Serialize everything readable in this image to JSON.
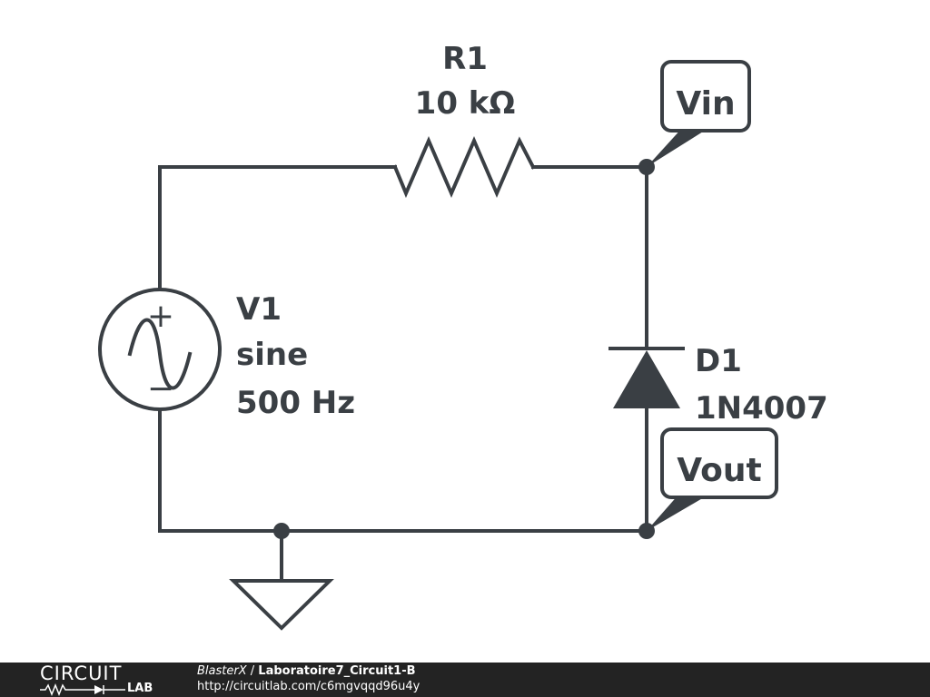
{
  "schematic": {
    "resistor": {
      "ref": "R1",
      "value": "10 kΩ"
    },
    "source": {
      "ref": "V1",
      "type": "sine",
      "freq": "500 Hz",
      "plus": "+",
      "minus": "−"
    },
    "diode": {
      "ref": "D1",
      "part": "1N4007"
    },
    "flags": {
      "vin": "Vin",
      "vout": "Vout"
    }
  },
  "footer": {
    "logo_top": "CIRCUIT",
    "logo_bottom": "LAB",
    "author": "BlasterX",
    "separator": " / ",
    "title": "Laboratoire7_Circuit1-B",
    "url": "http://circuitlab.com/c6mgvqqd96u4y"
  },
  "colors": {
    "ink": "#3a3f44",
    "footer_bg": "#232323"
  }
}
